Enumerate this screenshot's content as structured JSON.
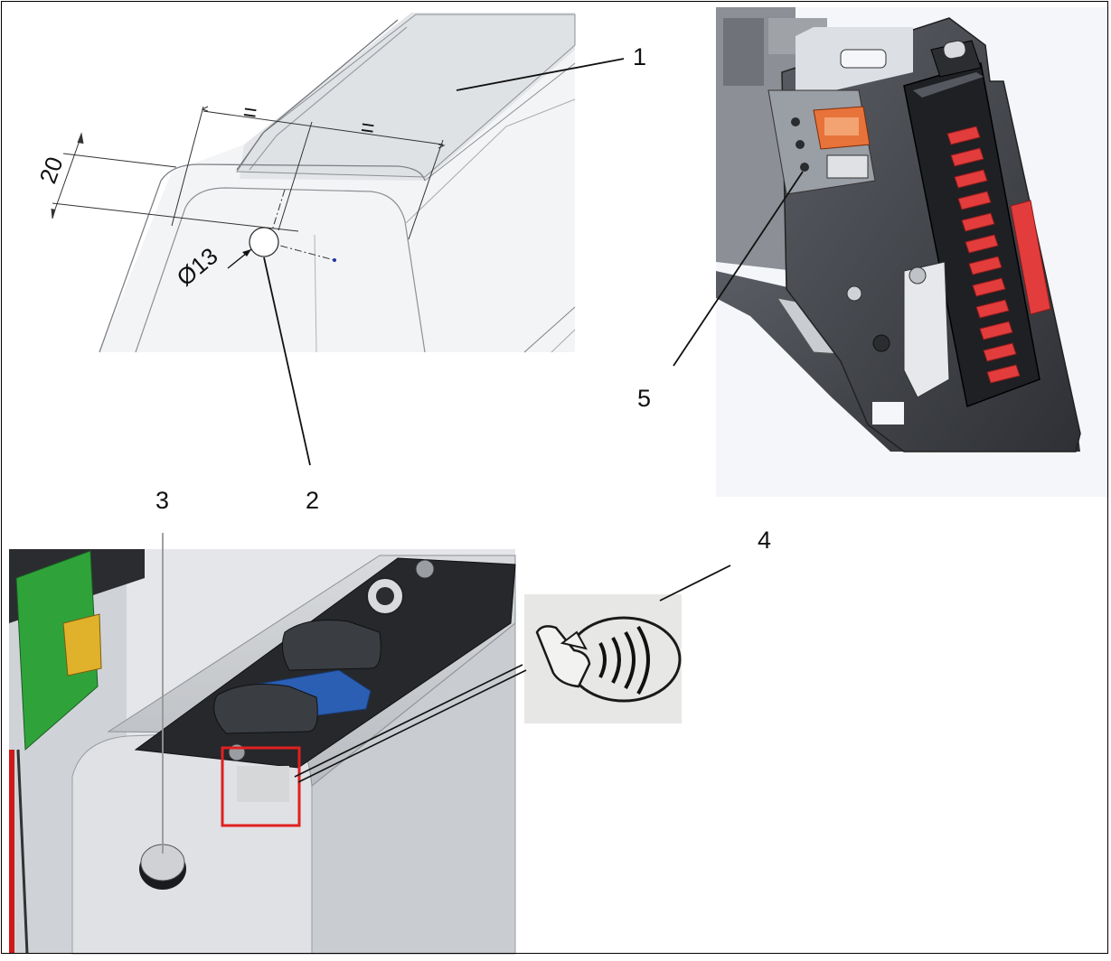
{
  "callouts": {
    "c1": "1",
    "c2": "2",
    "c3": "3",
    "c4": "4",
    "c5": "5"
  },
  "dimensions": {
    "offset": "20",
    "diameter": "Ø13",
    "equal_left": "=",
    "equal_right": "="
  },
  "colors": {
    "fuse_red": "#e23c3c",
    "highlight_red": "#e02020",
    "button_blue": "#2b5fb4",
    "bracket_dark": "#3c3f45",
    "cable_green": "#2fa33a"
  }
}
